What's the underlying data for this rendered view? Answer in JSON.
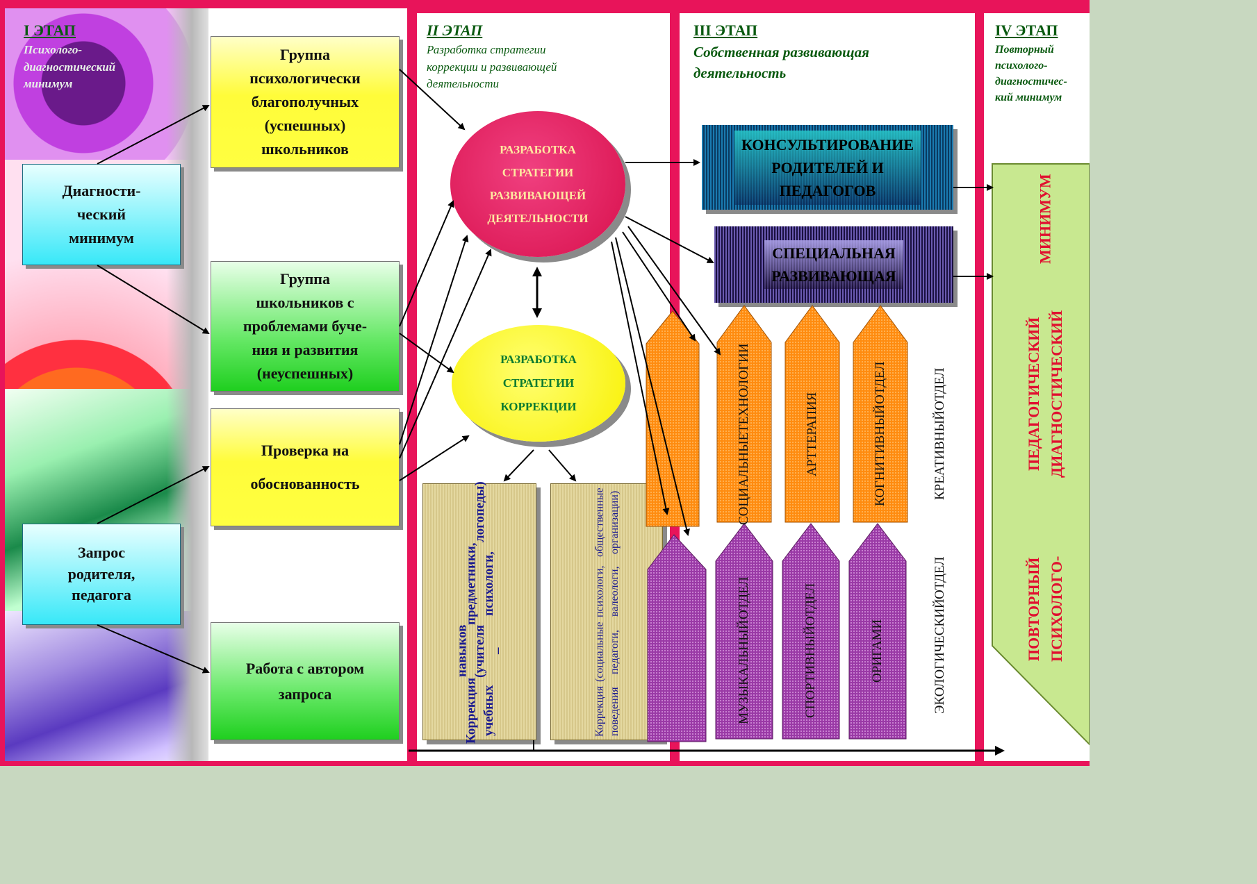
{
  "stages": {
    "s1": {
      "num": "I ЭТАП",
      "title_lines": [
        "Психолого-",
        "диагностический",
        "минимум"
      ]
    },
    "s2": {
      "num": "II ЭТАП",
      "title_lines": [
        "Разработка стратегии",
        "коррекции и развивающей",
        "деятельности"
      ]
    },
    "s3": {
      "num": "III ЭТАП",
      "title_lines": [
        "Собственная развивающая",
        "деятельность"
      ]
    },
    "s4": {
      "num": "IV ЭТАП",
      "title_lines": [
        "Повторный",
        "психолого-",
        "диагностичес-",
        "кий минимум"
      ]
    }
  },
  "left_boxes": {
    "diagnostic": [
      "Диагности-",
      "ческий",
      "минимум"
    ],
    "request": [
      "Запрос",
      "родителя,",
      "педагога"
    ]
  },
  "group_boxes": {
    "successful": [
      "Группа",
      "психологически",
      "благополучных",
      "(успешных)",
      "школьников"
    ],
    "problems": [
      "Группа",
      "школьников с",
      "проблемами буче-",
      "ния и развития",
      "(неуспешных)"
    ],
    "check": [
      "Проверка на",
      "обоснованность"
    ],
    "author": [
      "Работа с автором",
      "запроса"
    ]
  },
  "ovals": {
    "development": [
      "РАЗРАБОТКА",
      "СТРАТЕГИИ",
      "РАЗВИВАЮЩЕЙ",
      "ДЕЯТЕЛЬНОСТИ"
    ],
    "correction": [
      "РАЗРАБОТКА",
      "СТРАТЕГИИ",
      "КОРРЕКЦИИ"
    ]
  },
  "correction_boxes": {
    "learning": [
      "Коррекция учебных",
      "навыков (учителя –",
      "предметники, психологи,",
      "логопеды)"
    ],
    "behavior": [
      "Коррекция поведения",
      "(социальные педагоги,",
      "психологи, валеологи,",
      "общественные организации)"
    ]
  },
  "stage3_boxes": {
    "consulting": [
      "КОНСУЛЬТИРОВАНИЕ",
      "РОДИТЕЛЕЙ И",
      "ПЕДАГОГОВ"
    ],
    "special": [
      "СПЕЦИАЛЬНАЯ",
      "РАЗВИВАЮЩАЯ"
    ]
  },
  "orange_arrows": [
    [
      "СОЦИАЛЬНЫЕ",
      "ТЕХНОЛОГИИ"
    ],
    [
      "АРТТЕРАПИЯ"
    ],
    [
      "КОГНИТИВНЫЙ",
      "ОТДЕЛ"
    ]
  ],
  "orange_outside": [
    "КРЕАТИВНЫЙ",
    "ОТДЕЛ"
  ],
  "purple_arrows": [
    [
      "МУЗЫКАЛЬНЫЙ",
      "ОТДЕЛ"
    ],
    [
      "СПОРТИВНЫЙ",
      "ОТДЕЛ"
    ],
    [
      "ОРИГАМИ"
    ]
  ],
  "purple_outside": [
    "ЭКОЛОГИЧЕСКИЙ",
    "ОТДЕЛ"
  ],
  "final_arrow": [
    "ПОВТОРНЫЙ ПСИХОЛОГО-",
    "ПЕДАГОГИЧЕСКИЙ ДИАГНОСТИЧЕСКИЙ",
    "МИНИМУМ"
  ],
  "colors": {
    "frame": "#e8145a",
    "heading": "#0a5a10",
    "oval_pink": "#e0145a",
    "oval_yellow": "#ffff00",
    "orange": "#ff8c10",
    "purple": "#a040a8",
    "final_text": "#e01030"
  }
}
